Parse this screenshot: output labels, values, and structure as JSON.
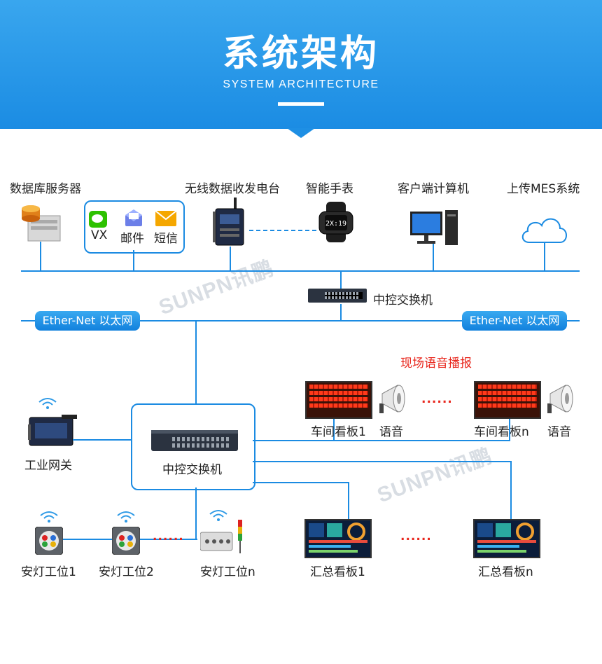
{
  "header": {
    "title": "系统架构",
    "subtitle": "SYSTEM ARCHITECTURE"
  },
  "watermark": "SUNPN讯鹏",
  "top_row": {
    "database_server": "数据库服务器",
    "wireless_station": "无线数据收发电台",
    "smart_watch": "智能手表",
    "client_pc": "客户端计算机",
    "upload_mes": "上传MES系统",
    "notify": {
      "vx": "VX",
      "mail": "邮件",
      "sms": "短信"
    },
    "watch_time": "2X:19"
  },
  "network": {
    "switch_top": "中控交换机",
    "ether_left": "Ether-Net 以太网",
    "ether_right": "Ether-Net 以太网",
    "switch_center": "中控交换机"
  },
  "voice_broadcast": "现场语音播报",
  "devices": {
    "gateway": "工业网关",
    "board1": "车间看板1",
    "voice1": "语音",
    "boardn": "车间看板n",
    "voicen": "语音",
    "andon1": "安灯工位1",
    "andon2": "安灯工位2",
    "andonn": "安灯工位n",
    "summary1": "汇总看板1",
    "summaryn": "汇总看板n"
  },
  "ellipsis": "......"
}
